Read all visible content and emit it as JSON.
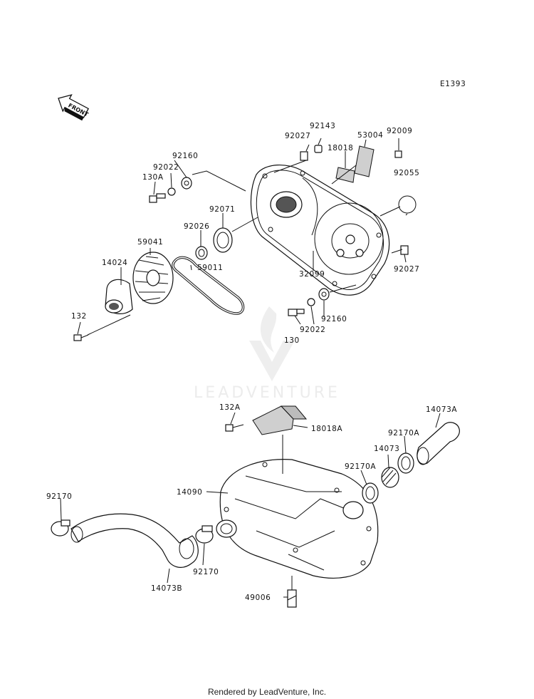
{
  "diagram_code": "E1393",
  "front_label": "FRONT",
  "watermark": "LEADVENTURE",
  "footer": "Rendered by LeadVenture, Inc.",
  "callouts": {
    "p92143": "92143",
    "p92027a": "92027",
    "p53004": "53004",
    "p92009": "92009",
    "p18018": "18018",
    "p92160a": "92160",
    "p92022a": "92022",
    "p130A": "130A",
    "p92055": "92055",
    "p92071": "92071",
    "p92026": "92026",
    "p59041": "59041",
    "p14024": "14024",
    "p59011": "59011",
    "p32099": "32099",
    "p92027b": "92027",
    "p132": "132",
    "p92160b": "92160",
    "p92022b": "92022",
    "p130": "130",
    "p132A": "132A",
    "p18018A": "18018A",
    "p14073A": "14073A",
    "p92170A_r": "92170A",
    "p14073": "14073",
    "p92170A_l": "92170A",
    "p14090": "14090",
    "p92170a": "92170",
    "p92170b": "92170",
    "p14073B": "14073B",
    "p49006": "49006"
  }
}
